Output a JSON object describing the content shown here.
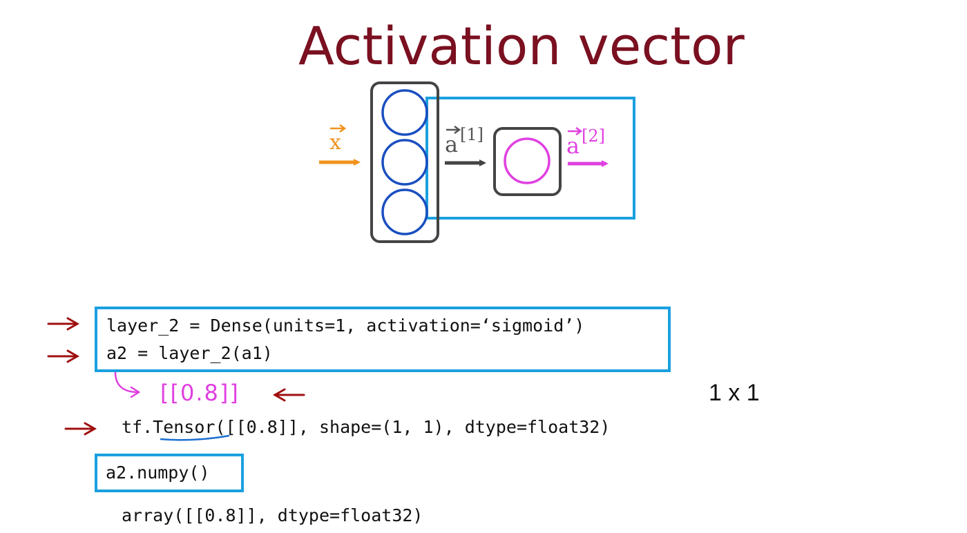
{
  "title": "Activation vector",
  "diagram": {
    "input_label": "x",
    "hidden_label_base": "a",
    "hidden_label_sup": "[1]",
    "output_label_base": "a",
    "output_label_sup": "[2]"
  },
  "code": {
    "line1": "layer_2 = Dense(units=1, activation=‘sigmoid’)",
    "line2": "a2 = layer_2(a1)",
    "handwritten_output": "[[0.8]]",
    "shape_note": "1 x 1",
    "tensor_line": "tf.Tensor([[0.8]], shape=(1, 1), dtype=float32)",
    "numpy_call": "a2.numpy()",
    "array_line": "array([[0.8]], dtype=float32)"
  },
  "colors": {
    "title": "#7a1020",
    "highlight_box": "#1aa0e0",
    "input_arrow": "#f0921e",
    "output": "#e040e0",
    "neuron": "#1a4fc0",
    "annotation_arrow": "#a01010"
  }
}
